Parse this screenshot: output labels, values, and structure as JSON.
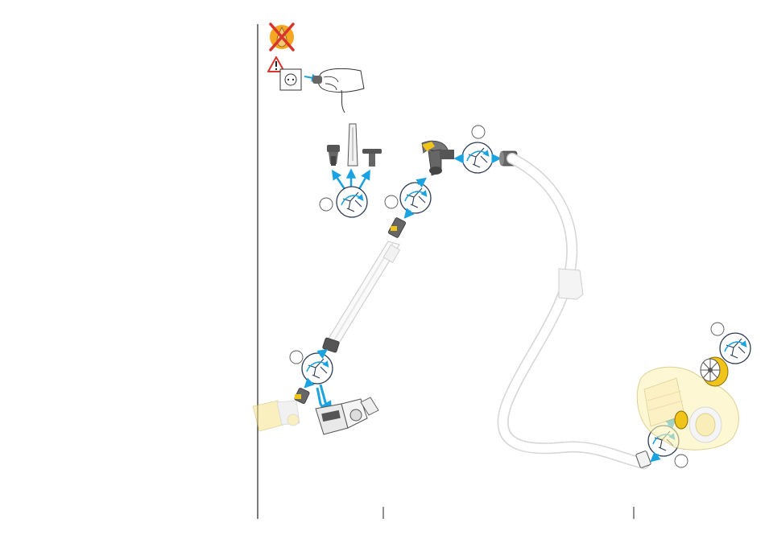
{
  "steps": [
    {
      "id": "accessory-tools",
      "label": ""
    },
    {
      "id": "wand-handle",
      "label": ""
    },
    {
      "id": "hose-handle",
      "label": ""
    },
    {
      "id": "floor-tool",
      "label": ""
    },
    {
      "id": "post-motor-filter",
      "label": ""
    },
    {
      "id": "hose-inlet",
      "label": ""
    }
  ],
  "colors": {
    "arrow": "#1aa3e0",
    "part_yellow": "#f0c419",
    "part_grey": "#5a5a5a",
    "warning_red": "#d9342b",
    "warning_orange": "#f5a623",
    "line": "#222222",
    "ghost": "#d6d6d6"
  },
  "icons": [
    "no-water-icon",
    "warning-icon",
    "unplug-icon",
    "twist-lock-icon",
    "blue-arrow-icon"
  ]
}
